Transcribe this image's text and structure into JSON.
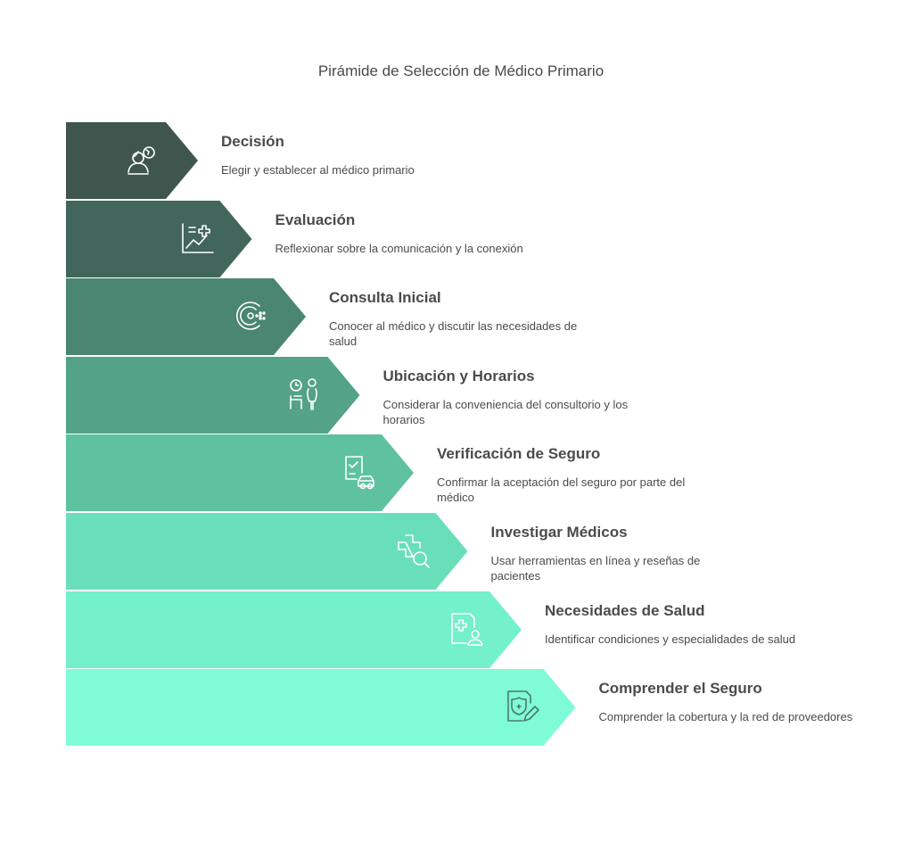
{
  "title": "Pirámide de Selección de Médico Primario",
  "stages": [
    {
      "title": "Decisión",
      "description": "Elegir y establecer al médico primario",
      "color": "#3f564e",
      "icon": "person-refresh-icon"
    },
    {
      "title": "Evaluación",
      "description": "Reflexionar sobre la comunicación y la conexión",
      "color": "#42665b",
      "icon": "health-chart-icon"
    },
    {
      "title": "Consulta Inicial",
      "description": "Conocer al médico y discutir las necesidades de salud",
      "color": "#4a8672",
      "icon": "consultation-dots-icon"
    },
    {
      "title": "Ubicación y Horarios",
      "description": "Considerar la conveniencia del consultorio y los horarios",
      "color": "#54a287",
      "icon": "clock-person-icon"
    },
    {
      "title": "Verificación de Seguro",
      "description": "Confirmar la aceptación del seguro por parte del médico",
      "color": "#5ec2a0",
      "icon": "document-car-icon"
    },
    {
      "title": "Investigar Médicos",
      "description": "Usar herramientas en línea y reseñas de pacientes",
      "color": "#69dfb9",
      "icon": "medical-search-icon"
    },
    {
      "title": "Necesidades de Salud",
      "description": "Identificar condiciones y especialidades de salud",
      "color": "#74f0cb",
      "icon": "medical-record-person-icon"
    },
    {
      "title": "Comprender el Seguro",
      "description": "Comprender la cobertura y la red de proveedores",
      "color": "#80fbd8",
      "icon": "insurance-document-icon"
    }
  ]
}
